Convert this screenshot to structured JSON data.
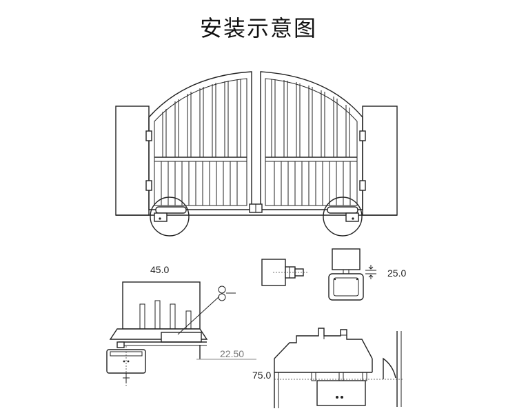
{
  "title": "安装示意图",
  "dimensions": {
    "d1": "45.0",
    "d2": "25.0",
    "d3": "22.50",
    "d4": "75.0"
  }
}
